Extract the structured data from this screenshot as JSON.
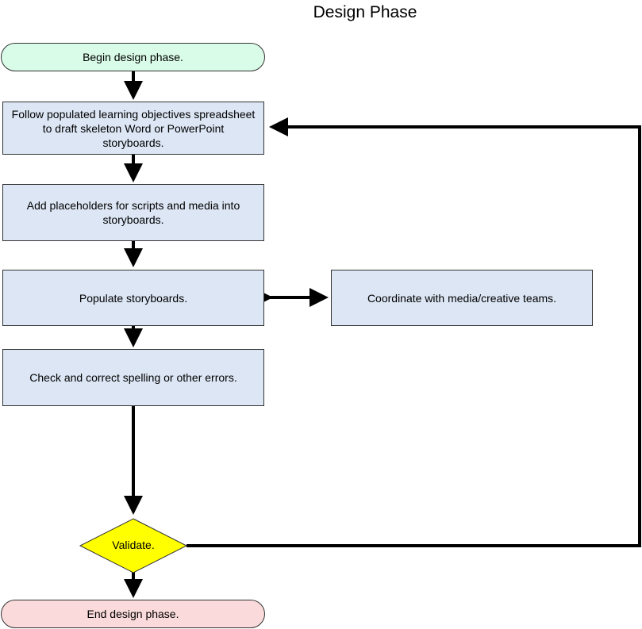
{
  "title": "Design Phase",
  "nodes": {
    "begin": "Begin design phase.",
    "follow": "Follow populated learning objectives spreadsheet to draft skeleton Word or PowerPoint storyboards.",
    "placeholders": "Add placeholders for scripts and media into storyboards.",
    "populate": "Populate storyboards.",
    "coordinate": "Coordinate with media/creative teams.",
    "check": "Check and correct spelling or other errors.",
    "validate": "Validate.",
    "end": "End design phase."
  },
  "colors": {
    "start_fill": "#d9fce8",
    "end_fill": "#fadada",
    "process_fill": "#dce6f4",
    "decision_fill": "#ffff00",
    "line": "#000000"
  }
}
